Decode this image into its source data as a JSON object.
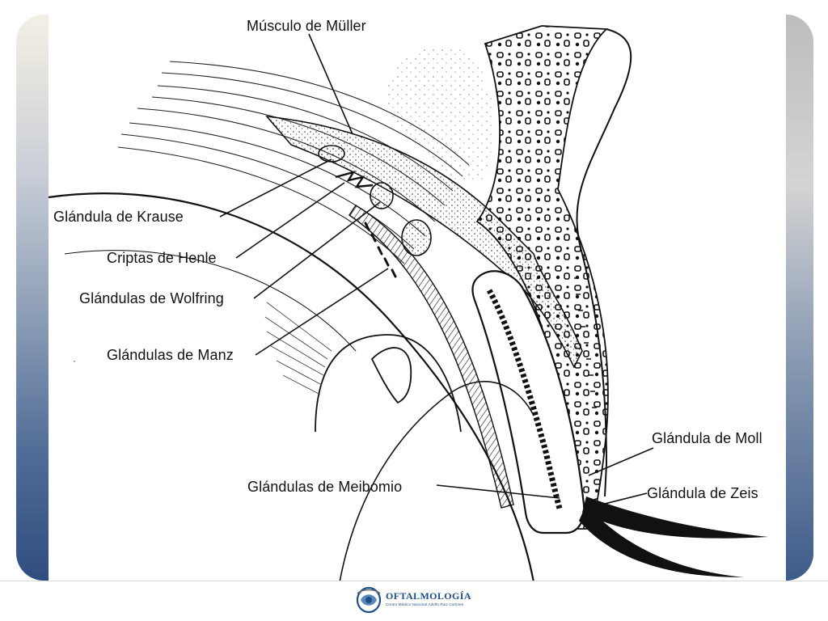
{
  "diagram": {
    "labels": {
      "muller": "Músculo de Müller",
      "krause": "Glándula de Krause",
      "henle": "Criptas de Henle",
      "wolfring": "Glándulas de Wolfring",
      "manz": "Glándulas de Manz",
      "meibomio": "Glándulas de Meibomio",
      "moll": "Glándula de Moll",
      "zeis": "Glándula de Zeis"
    }
  },
  "footer": {
    "logo_name": "OFTALMOLOGÍA",
    "logo_subtitle": "Centro Médico Nacional Adolfo Ruiz Cortines"
  },
  "colors": {
    "frame_blue": "#2f4e7f",
    "logo_blue": "#1e4f86",
    "ink": "#111111"
  },
  "icons": {
    "logo": "eye-logo-icon"
  }
}
